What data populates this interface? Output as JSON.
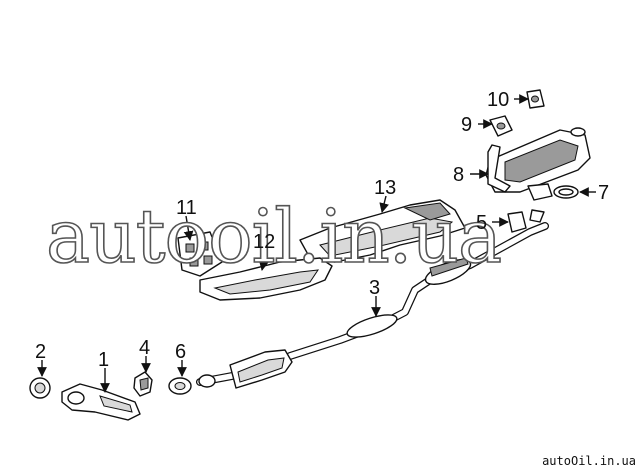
{
  "diagram": {
    "callouts": [
      "1",
      "2",
      "3",
      "4",
      "5",
      "6",
      "7",
      "8",
      "9",
      "10",
      "11",
      "12",
      "13"
    ],
    "watermark": "autooil.in.ua",
    "footer": "autoOil.in.ua"
  }
}
